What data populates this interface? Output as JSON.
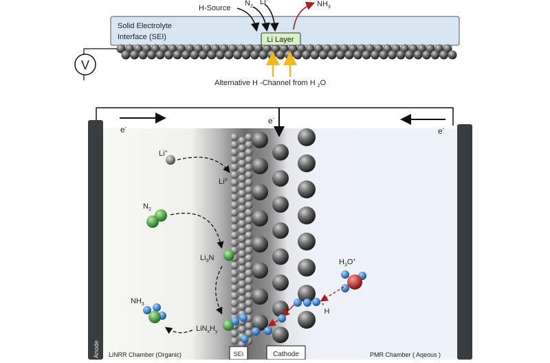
{
  "top_panel": {
    "h_source": "H-Source",
    "n2": "N",
    "n2_sub": "2",
    "li_plus": "Li",
    "li_plus_sup": "+",
    "nh3": "NH",
    "nh3_sub": "3",
    "sei_line1": "Solid Electrolyte",
    "sei_line2": "Interface (SEI)",
    "li_layer": "Li Layer",
    "voltmeter": "V",
    "alt_channel": "Alternative H -Channel from H",
    "alt_channel_sub": "2",
    "alt_channel_end": "O"
  },
  "bottom_panel": {
    "electron": "e",
    "electron_sup": "-",
    "li_ion": "Li",
    "li_ion_sup": "+",
    "li0": "Li",
    "li0_sup": "0",
    "n2": "N",
    "n2_sub": "2",
    "li3n": "Li",
    "li3n_sub": "3",
    "li3n_end": "N",
    "nh3": "NH",
    "nh3_sub": "3",
    "linxhy": "LiN",
    "linxhy_x": "x",
    "linxhy_h": "H",
    "linxhy_y": "y",
    "h3o": "H",
    "h3o_sub": "3",
    "h3o_end": "O",
    "h3o_sup": "+",
    "h_star": "*",
    "h_label": "H",
    "anode": "Anode",
    "left_chamber": "LiNRR  Chamber (Organic)",
    "sei_label": "SEI",
    "cathode_label": "Cathode",
    "right_chamber": "PMR Chamber (  Aqeous )"
  },
  "colors": {
    "sei_box": "#d7e6f2",
    "li_layer": "#d8f0c6",
    "nitrogen": "#3a9a35",
    "hydrogen": "#2f7fd0",
    "oxygen": "#d02020",
    "red_arrow": "#b01c1c",
    "yellow_arrow": "#f2b81c",
    "electrode": "#3a3d40"
  }
}
